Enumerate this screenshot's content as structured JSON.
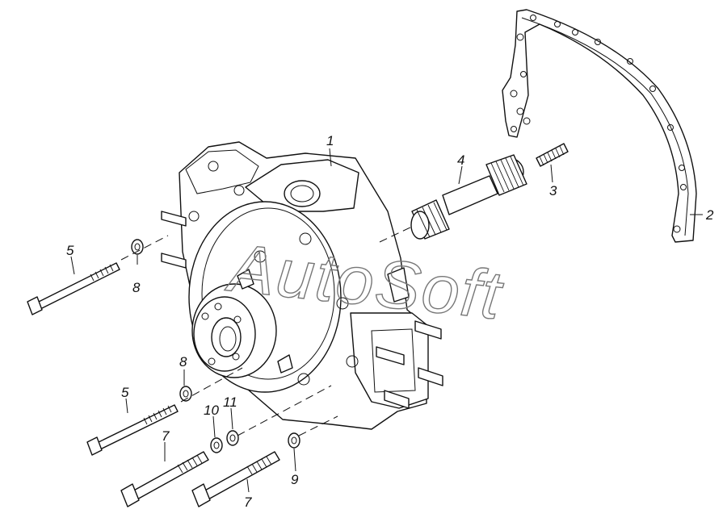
{
  "watermark": "AutoSoft",
  "callouts": [
    {
      "id": "label-1-housing",
      "text": "1"
    },
    {
      "id": "label-2-gasket",
      "text": "2"
    },
    {
      "id": "label-3-spring",
      "text": "3"
    },
    {
      "id": "label-4-shaft",
      "text": "4"
    },
    {
      "id": "label-5-bolt-upper",
      "text": "5"
    },
    {
      "id": "label-5-bolt-lower",
      "text": "5"
    },
    {
      "id": "label-7-bolt-left",
      "text": "7"
    },
    {
      "id": "label-7-bolt-right",
      "text": "7"
    },
    {
      "id": "label-8-washer-upper",
      "text": "8"
    },
    {
      "id": "label-8-washer-lower",
      "text": "8"
    },
    {
      "id": "label-9-washer",
      "text": "9"
    },
    {
      "id": "label-10-washer",
      "text": "10"
    },
    {
      "id": "label-11-washer",
      "text": "11"
    }
  ]
}
